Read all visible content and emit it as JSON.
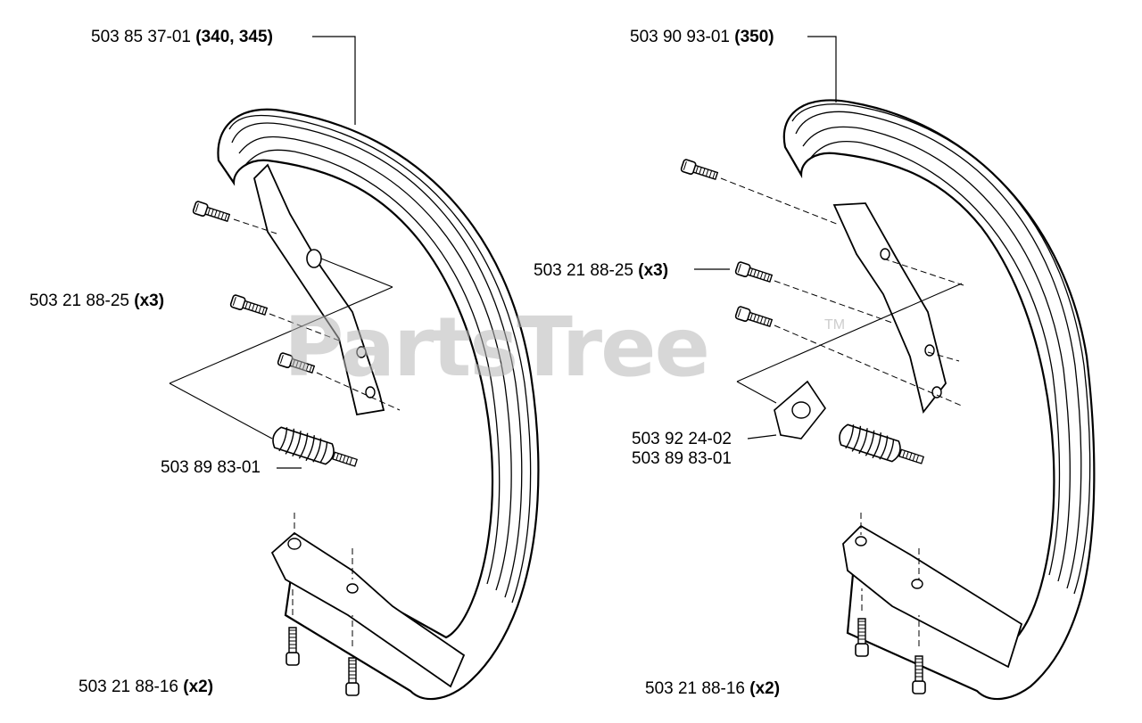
{
  "watermark": {
    "text": "PartsTree",
    "trademark": "TM"
  },
  "left_assembly": {
    "handle_part": {
      "number": "503 85 37-01",
      "qualifier": "(340, 345)"
    },
    "screw_upper": {
      "number": "503 21 88-25",
      "qualifier": "(x3)"
    },
    "spring": {
      "number": "503 89 83-01"
    },
    "screw_lower": {
      "number": "503 21 88-16",
      "qualifier": "(x2)"
    }
  },
  "right_assembly": {
    "handle_part": {
      "number": "503 90 93-01",
      "qualifier": "(350)"
    },
    "screw_upper": {
      "number": "503 21 88-25",
      "qualifier": "(x3)"
    },
    "bracket": {
      "number": "503 92 24-02"
    },
    "spring": {
      "number": "503 89 83-01"
    },
    "screw_lower": {
      "number": "503 21 88-16",
      "qualifier": "(x2)"
    }
  }
}
